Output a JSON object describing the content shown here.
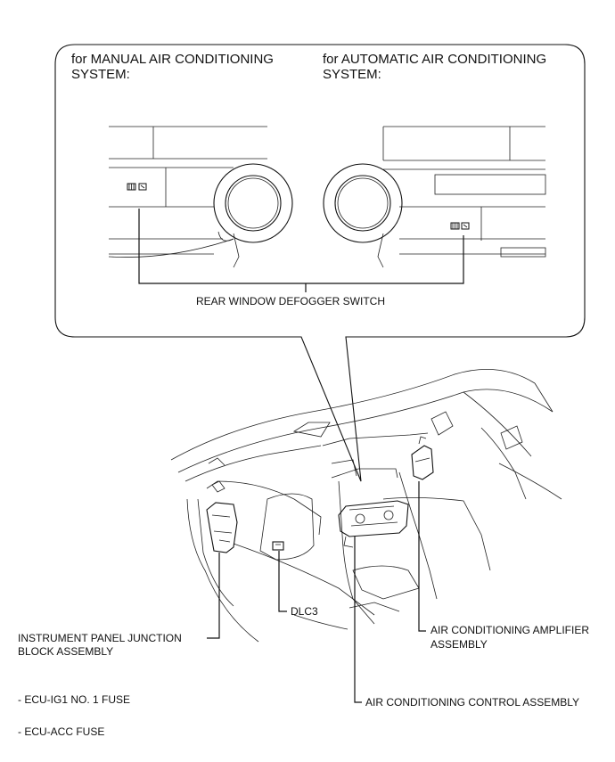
{
  "callout": {
    "manual_heading": "for MANUAL AIR CONDITIONING\nSYSTEM:",
    "automatic_heading": "for AUTOMATIC AIR CONDITIONING\nSYSTEM:",
    "switch_label": "REAR WINDOW DEFOGGER SWITCH"
  },
  "labels": {
    "dlc3": "DLC3",
    "junction_block_line1": "INSTRUMENT PANEL JUNCTION",
    "junction_block_line2": "BLOCK ASSEMBLY",
    "amplifier_line1": "AIR CONDITIONING AMPLIFIER",
    "amplifier_line2": "ASSEMBLY",
    "control_assembly": "AIR CONDITIONING CONTROL ASSEMBLY"
  },
  "fuses": [
    "- ECU-IG1 NO. 1 FUSE",
    "- ECU-ACC FUSE"
  ],
  "icons": [
    "defogger-icon",
    "defogger-icon"
  ]
}
